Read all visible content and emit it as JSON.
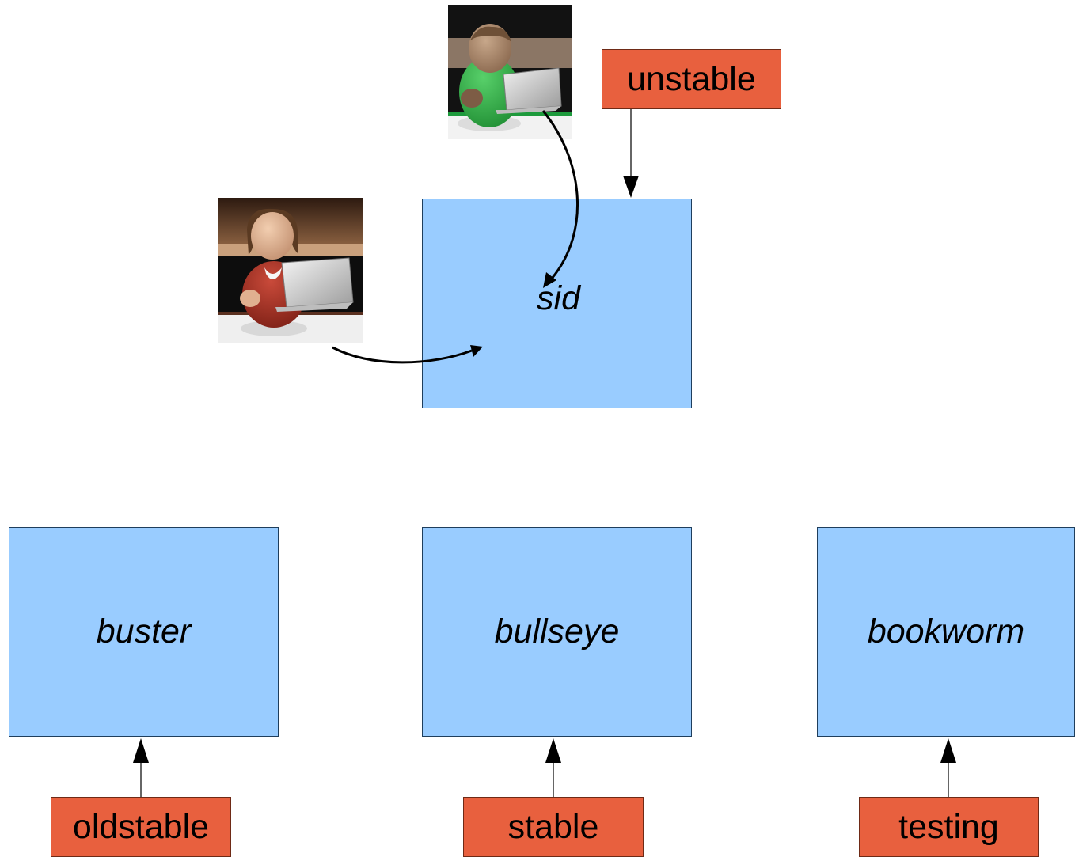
{
  "releases": {
    "sid": "sid",
    "buster": "buster",
    "bullseye": "bullseye",
    "bookworm": "bookworm"
  },
  "suites": {
    "unstable": "unstable",
    "oldstable": "oldstable",
    "stable": "stable",
    "testing": "testing"
  },
  "colors": {
    "release_fill": "#99ccff",
    "suite_fill": "#e8603e"
  },
  "icons": {
    "developer_male": "developer-with-laptop-icon",
    "developer_female": "developer-with-laptop-icon"
  }
}
